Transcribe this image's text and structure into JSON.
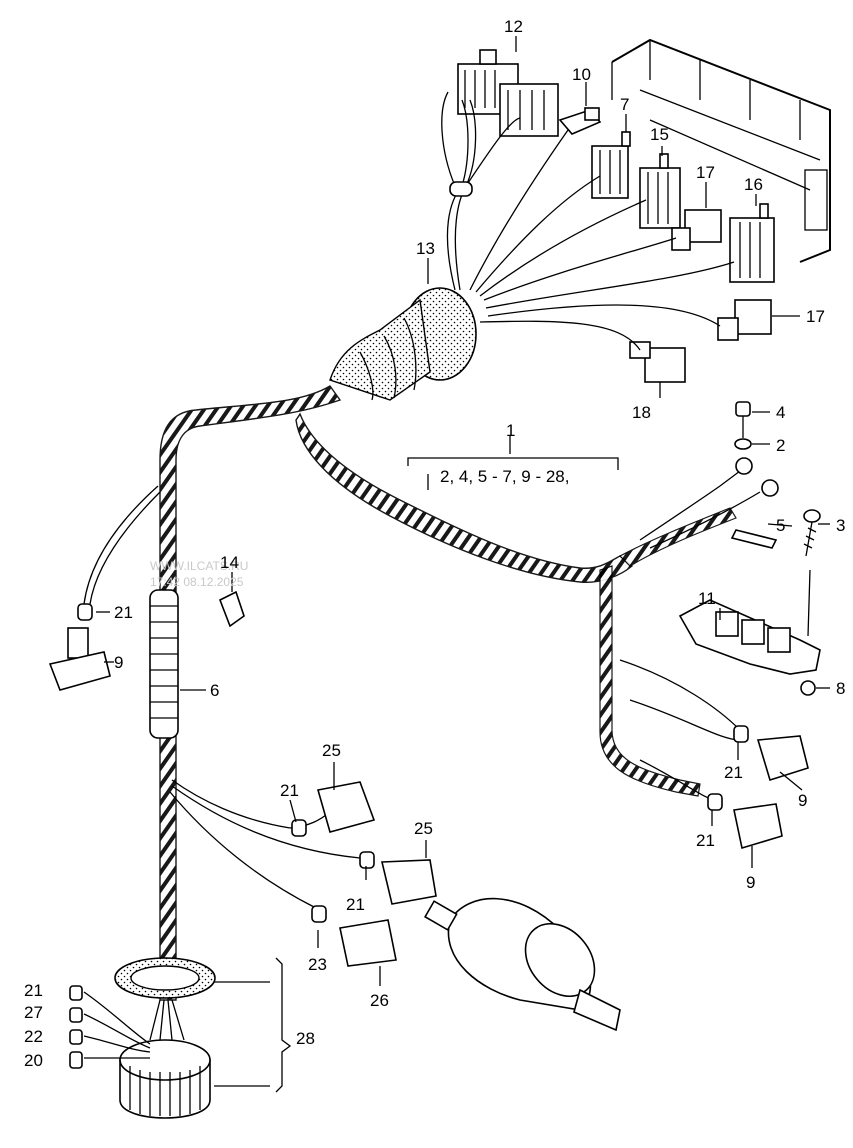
{
  "watermark": {
    "line1": "WWW.ILCATS.RU",
    "line2": "17:42 08.12.2025"
  },
  "callouts": [
    {
      "id": "c1",
      "text": "1"
    },
    {
      "id": "c1s",
      "text": "2, 4,  5 - 7, 9 - 28,"
    },
    {
      "id": "c2",
      "text": "2"
    },
    {
      "id": "c3",
      "text": "3"
    },
    {
      "id": "c4",
      "text": "4"
    },
    {
      "id": "c5",
      "text": "5"
    },
    {
      "id": "c6",
      "text": "6"
    },
    {
      "id": "c7",
      "text": "7"
    },
    {
      "id": "c8",
      "text": "8"
    },
    {
      "id": "c9a",
      "text": "9"
    },
    {
      "id": "c9b",
      "text": "9"
    },
    {
      "id": "c9c",
      "text": "9"
    },
    {
      "id": "c10",
      "text": "10"
    },
    {
      "id": "c11",
      "text": "11"
    },
    {
      "id": "c12",
      "text": "12"
    },
    {
      "id": "c13",
      "text": "13"
    },
    {
      "id": "c14",
      "text": "14"
    },
    {
      "id": "c15",
      "text": "15"
    },
    {
      "id": "c16",
      "text": "16"
    },
    {
      "id": "c17a",
      "text": "17"
    },
    {
      "id": "c17b",
      "text": "17"
    },
    {
      "id": "c18",
      "text": "18"
    },
    {
      "id": "c20",
      "text": "20"
    },
    {
      "id": "c21a",
      "text": "21"
    },
    {
      "id": "c21b",
      "text": "21"
    },
    {
      "id": "c21c",
      "text": "21"
    },
    {
      "id": "c21d",
      "text": "21"
    },
    {
      "id": "c21e",
      "text": "21"
    },
    {
      "id": "c21f",
      "text": "21"
    },
    {
      "id": "c22",
      "text": "22"
    },
    {
      "id": "c23",
      "text": "23"
    },
    {
      "id": "c25a",
      "text": "25"
    },
    {
      "id": "c25b",
      "text": "25"
    },
    {
      "id": "c26",
      "text": "26"
    },
    {
      "id": "c27",
      "text": "27"
    },
    {
      "id": "c28",
      "text": "28"
    }
  ]
}
